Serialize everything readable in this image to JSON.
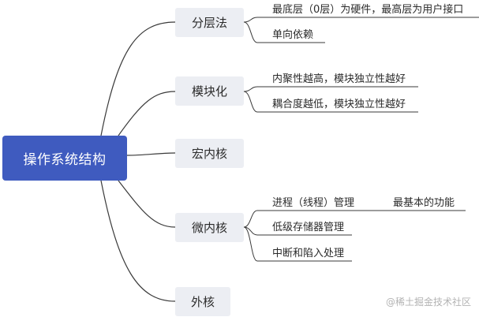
{
  "diagram": {
    "root": {
      "label": "操作系统结构"
    },
    "branches": [
      {
        "label": "分层法",
        "leaves": [
          {
            "label": "最底层（0层）为硬件，最高层为用户接口"
          },
          {
            "label": "单向依赖"
          }
        ]
      },
      {
        "label": "模块化",
        "leaves": [
          {
            "label": "内聚性越高，模块独立性越好"
          },
          {
            "label": "耦合度越低，模块独立性越好"
          }
        ]
      },
      {
        "label": "宏内核",
        "leaves": []
      },
      {
        "label": "微内核",
        "leaves": [
          {
            "label": "进程（线程）管理",
            "note": "最基本的功能"
          },
          {
            "label": "低级存储器管理"
          },
          {
            "label": "中断和陷入处理"
          }
        ]
      },
      {
        "label": "外核",
        "leaves": []
      }
    ],
    "watermark": "@稀土掘金技术社区",
    "colors": {
      "root_fill": "#3f5bbf",
      "branch_fill": "#eceef3",
      "line": "#3a3a3a",
      "text": "#2b2b2b",
      "watermark": "#b3b3b3"
    }
  }
}
